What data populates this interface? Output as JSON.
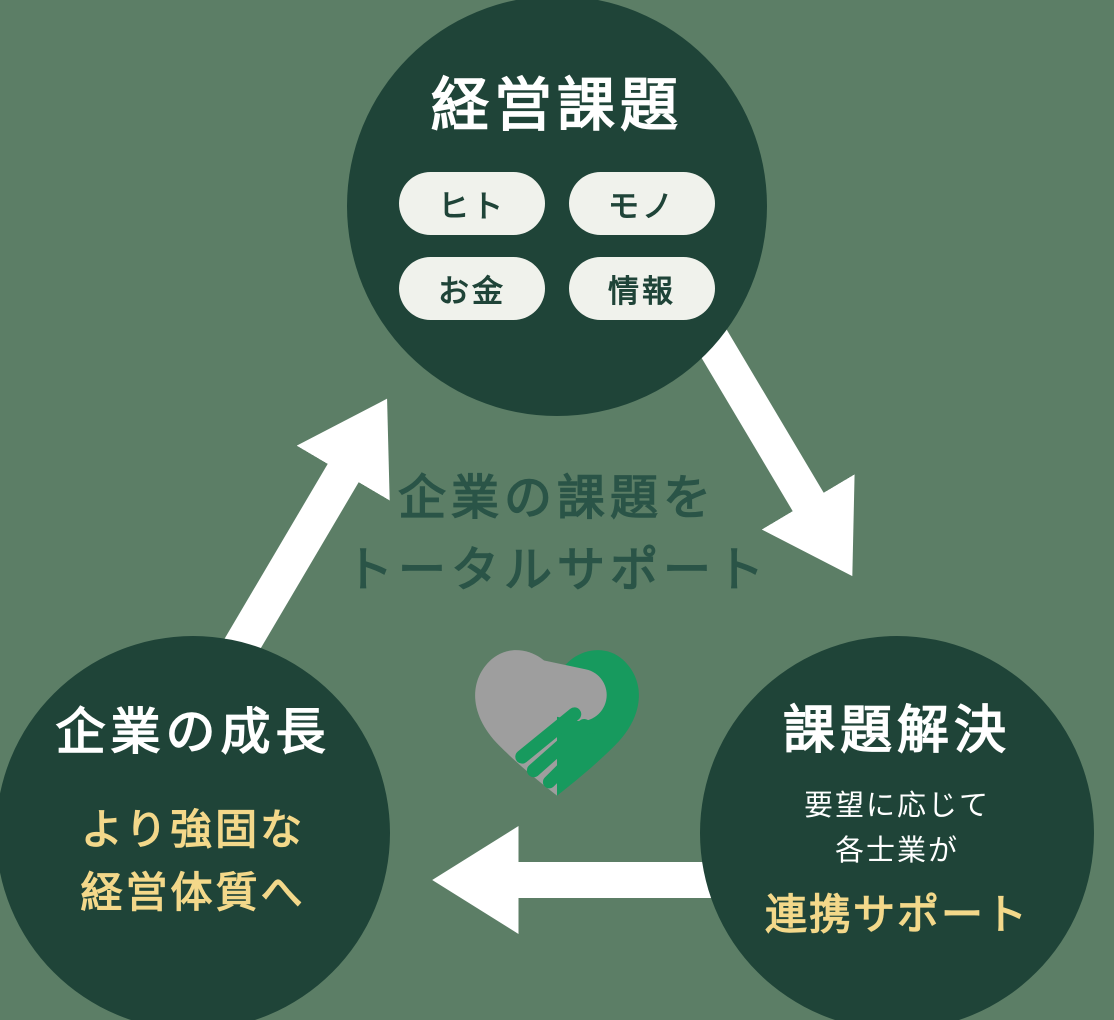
{
  "colors": {
    "bg": "#5C7E66",
    "circle": "#1F4438",
    "accent_yellow": "#F3D88A",
    "pill_bg": "#F0F2EC",
    "center_text": "#2A5447",
    "heart_green": "#179A5E",
    "heart_gray": "#9E9E9E",
    "arrow": "#FFFFFF"
  },
  "top_circle": {
    "title": "経営課題",
    "pills": [
      "ヒト",
      "モノ",
      "お金",
      "情報"
    ]
  },
  "center": {
    "line1": "企業の課題を",
    "line2": "トータルサポート",
    "icon": "handshake-heart-icon"
  },
  "right_circle": {
    "title": "課題解決",
    "line1": "要望に応じて",
    "line2": "各士業が",
    "highlight": "連携サポート"
  },
  "left_circle": {
    "title": "企業の成長",
    "line1": "より強固な",
    "line2": "経営体質へ"
  }
}
